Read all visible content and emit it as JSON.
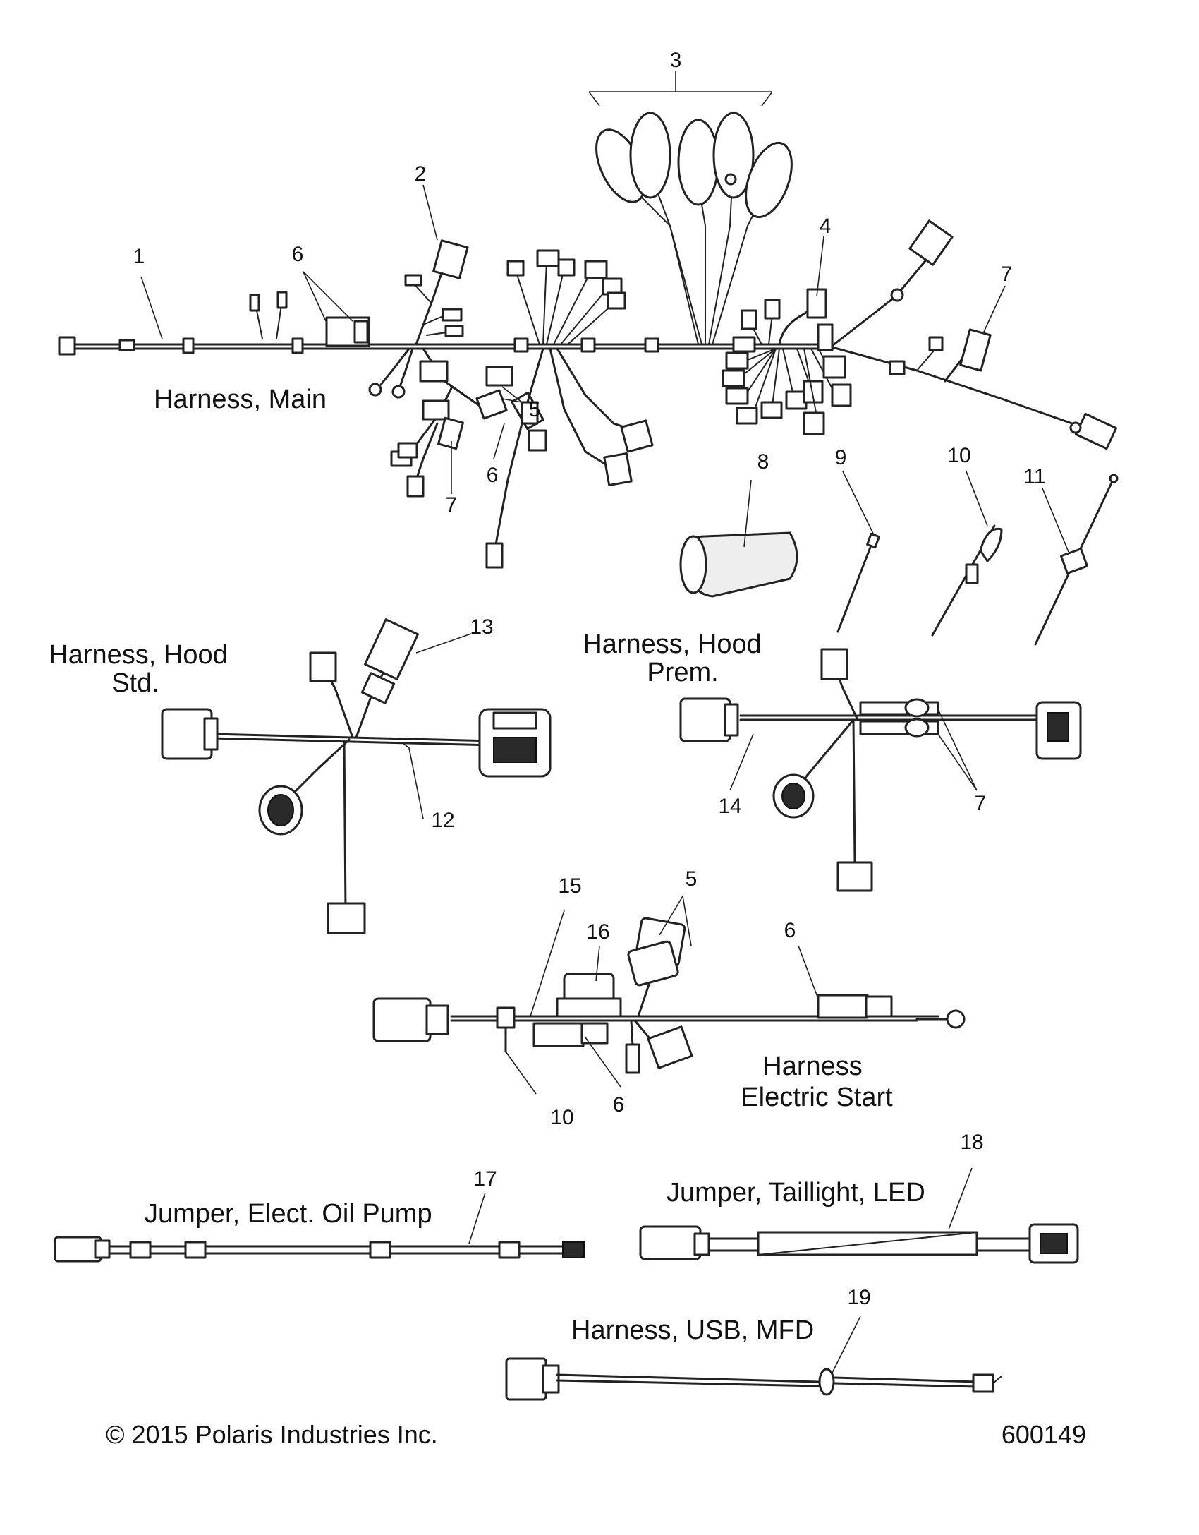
{
  "groups": {
    "harness_main": "Harness, Main",
    "harness_hood_std": [
      "Harness, Hood",
      "Std."
    ],
    "harness_hood_prem": [
      "Harness, Hood",
      "Prem."
    ],
    "harness_electric_start": [
      "Harness",
      "Electric Start"
    ],
    "jumper_oil_pump": "Jumper, Elect. Oil Pump",
    "jumper_taillight": "Jumper, Taillight, LED",
    "harness_usb": "Harness, USB, MFD"
  },
  "callouts": {
    "c1": "1",
    "c2": "2",
    "c3": "3",
    "c4": "4",
    "c5": "5",
    "c6": "6",
    "c7": "7",
    "c8": "8",
    "c9": "9",
    "c10": "10",
    "c11": "11",
    "c12": "12",
    "c13": "13",
    "c14": "14",
    "c15": "15",
    "c16": "16",
    "c17": "17",
    "c18": "18",
    "c19": "19"
  },
  "footer": {
    "copyright": "© 2015 Polaris Industries Inc.",
    "figure_number": "600149"
  }
}
